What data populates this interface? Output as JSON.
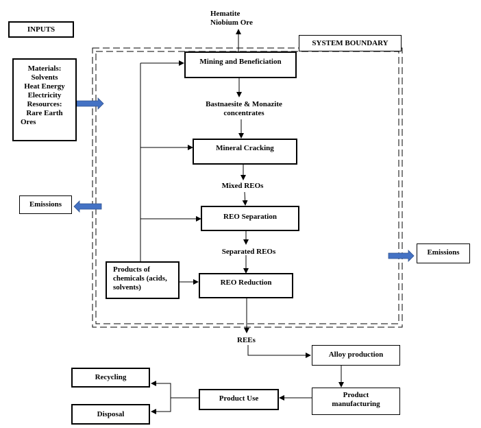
{
  "inputs_title": "INPUTS",
  "system_boundary_label": "SYSTEM BOUNDARY",
  "materials_lines": [
    "Materials:",
    "Solvents",
    "Heat Energy",
    "Electricity",
    "Resources:",
    "Rare Earth",
    "Ores"
  ],
  "emissions_left": "Emissions",
  "emissions_right": "Emissions",
  "byproducts": [
    "Hematite",
    "Niobium Ore"
  ],
  "steps": {
    "mining": "Mining and Beneficiation",
    "cracking": "Mineral Cracking",
    "separation": "REO Separation",
    "reduction": "REO Reduction"
  },
  "flows": {
    "concentrates": [
      "Bastnaesite & Monazite",
      "concentrates"
    ],
    "mixed": "Mixed REOs",
    "separated": "Separated REOs",
    "rees": "REEs"
  },
  "chemicals_lines": [
    "Products of",
    "chemicals (acids,",
    "solvents)"
  ],
  "downstream": {
    "alloy": "Alloy production",
    "manufacturing": [
      "Product",
      "manufacturing"
    ],
    "use": "Product Use",
    "recycling": "Recycling",
    "disposal": "Disposal"
  },
  "colors": {
    "arrow_fill": "#4472C4",
    "arrow_stroke": "#2F528F"
  }
}
